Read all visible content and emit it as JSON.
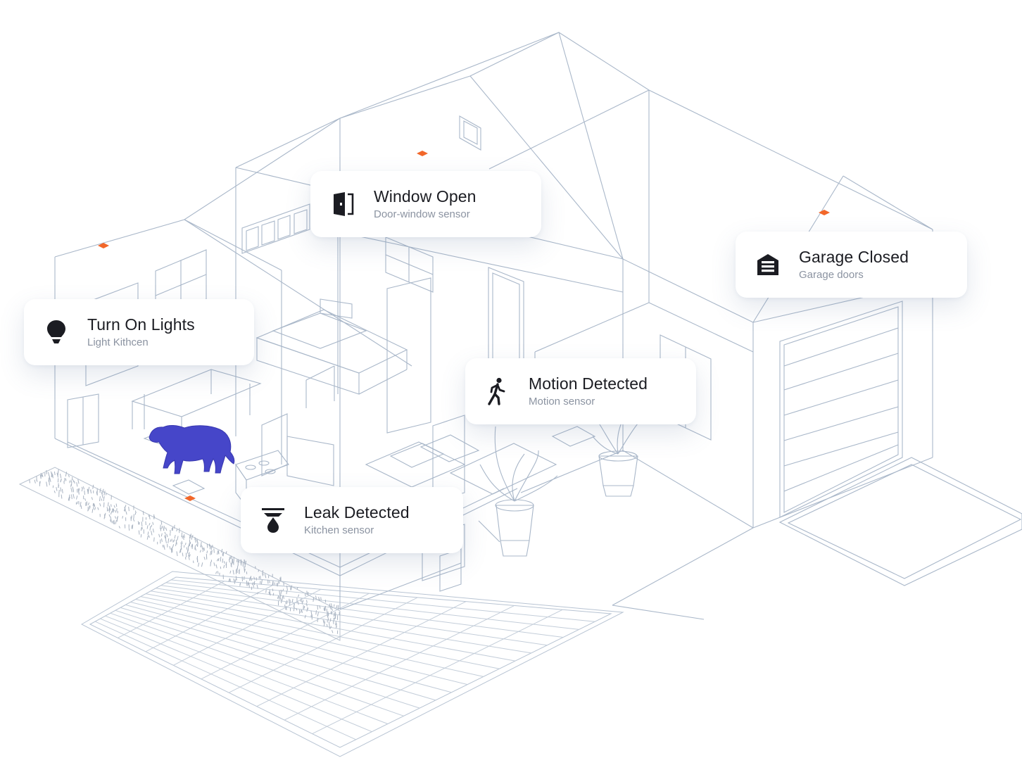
{
  "colors": {
    "line": "#a9b7c9",
    "line_light": "#c9d3df",
    "sensor": "#f2672a",
    "dog": "#4646c9",
    "card_bg": "#ffffff",
    "title_text": "#1b1c22",
    "subtitle_text": "#8b93a1",
    "icon": "#1b1c22"
  },
  "cards": {
    "window": {
      "title": "Window Open",
      "subtitle": "Door-window sensor",
      "icon": "door-sensor-icon"
    },
    "garage": {
      "title": "Garage Closed",
      "subtitle": "Garage doors",
      "icon": "garage-icon"
    },
    "lights": {
      "title": "Turn On Lights",
      "subtitle": "Light Kithcen",
      "icon": "lightbulb-icon"
    },
    "motion": {
      "title": "Motion Detected",
      "subtitle": "Motion sensor",
      "icon": "walking-person-icon"
    },
    "leak": {
      "title": "Leak Detected",
      "subtitle": "Kitchen sensor",
      "icon": "water-drop-icon"
    }
  }
}
